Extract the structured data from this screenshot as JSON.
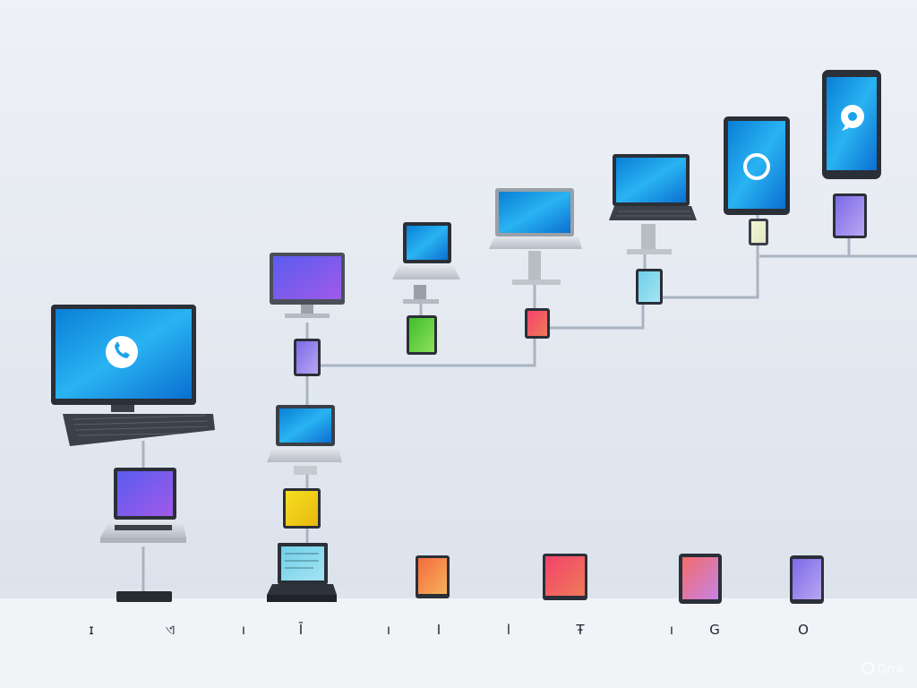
{
  "scene": {
    "description_free": true,
    "colors": {
      "screen_blue": "#1aa3ec",
      "screen_purple": "#7b5cf0",
      "green": "#5fd13c",
      "yellow": "#f2d21a",
      "red": "#f0566a",
      "orange": "#f58a4a",
      "pink": "#f08aa0",
      "lavender": "#9a86ee",
      "connector": "#a9b4c2",
      "device_frame": "#2a2f38",
      "silver": "#c8ccd3"
    }
  },
  "glyphs": [
    "ɪ",
    "ଏ",
    "ı",
    "Ī",
    "ı",
    "I",
    "l",
    "Ŧ",
    "ı",
    "G",
    "O"
  ],
  "watermark": {
    "text": "Grok"
  }
}
